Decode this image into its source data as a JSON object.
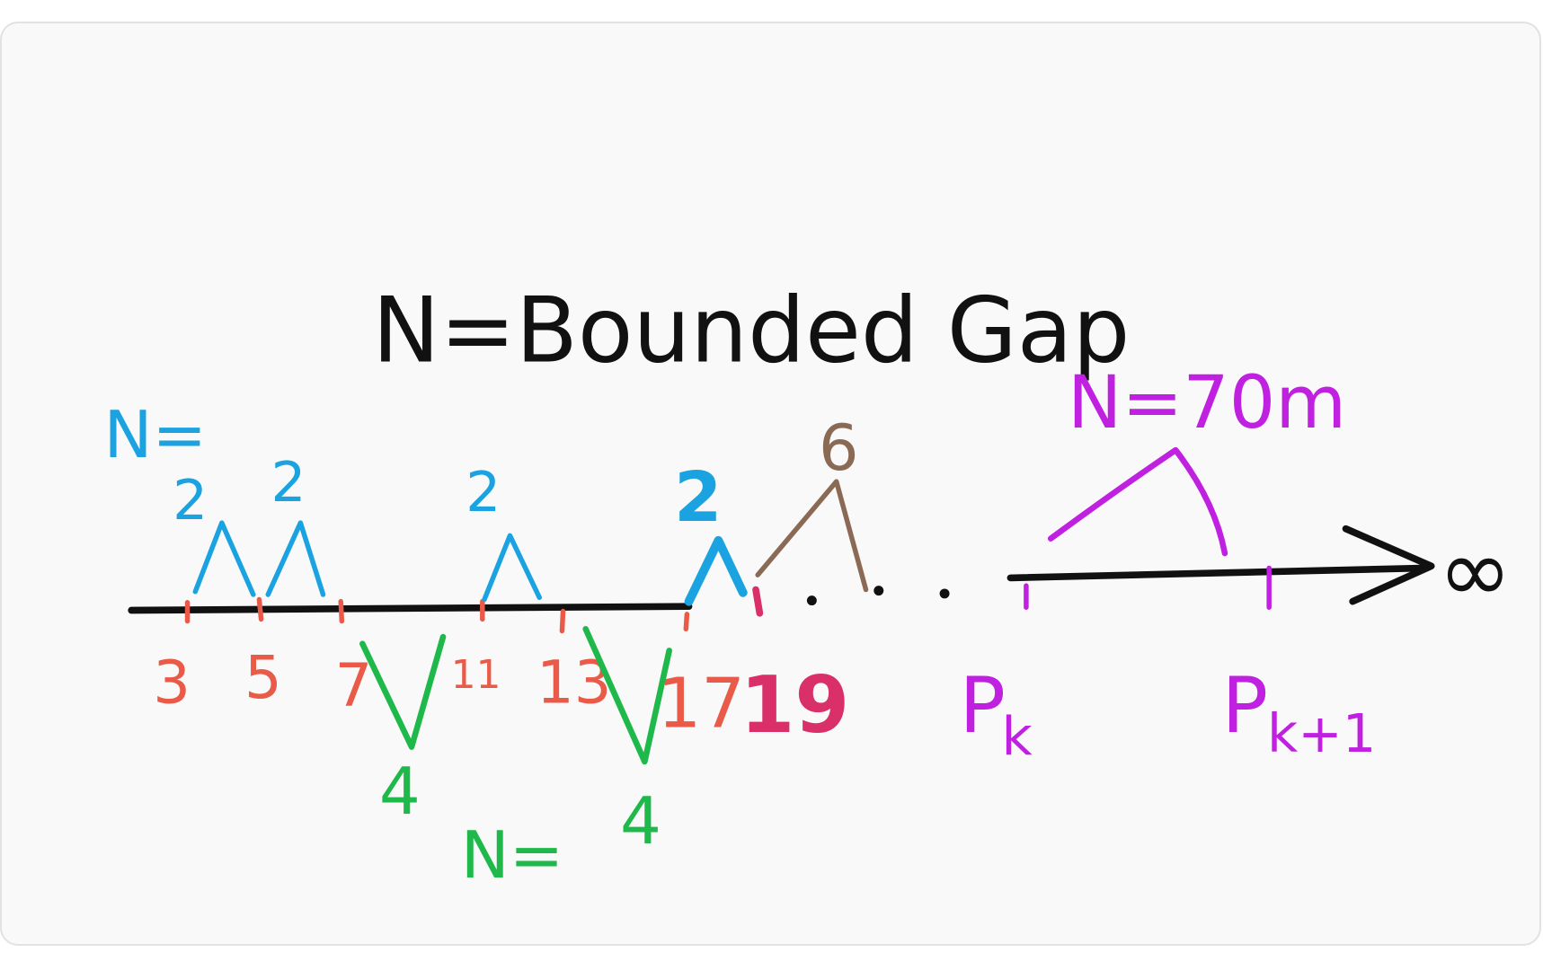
{
  "title": "N=Bounded Gap",
  "colors": {
    "black": "#111111",
    "blue": "#1aa3e0",
    "red": "#ea5a48",
    "crimson": "#d9306a",
    "green": "#1fb84a",
    "brown": "#8a6a55",
    "purple": "#c020e0",
    "background": "#f9f9f9"
  },
  "twin_primes": {
    "label": "N=",
    "gaps": [
      "2",
      "2",
      "2",
      "2"
    ]
  },
  "primes": [
    "3",
    "5",
    "7",
    "11",
    "13",
    "17"
  ],
  "highlight_prime": "19",
  "cousin_primes": {
    "label": "N=",
    "gaps": [
      "4",
      "4"
    ]
  },
  "sexy_gap": "6",
  "large_gap": {
    "label": "N=70m",
    "left_prime": {
      "base": "P",
      "sub": "k"
    },
    "right_prime": {
      "base": "P",
      "sub": "k+1"
    }
  },
  "infinity": "∞"
}
